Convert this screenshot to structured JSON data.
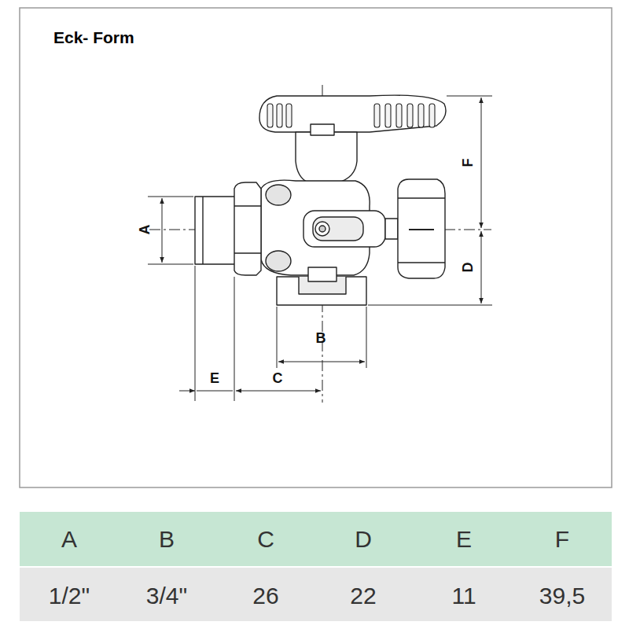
{
  "diagram": {
    "title": "Eck- Form",
    "labels": [
      "A",
      "F",
      "D",
      "B",
      "E",
      "C",
      "A",
      "B",
      "C",
      "D",
      "E",
      "F",
      "1/2\"",
      "3/4\"",
      "26",
      "22",
      "11",
      "39,5"
    ]
  }
}
